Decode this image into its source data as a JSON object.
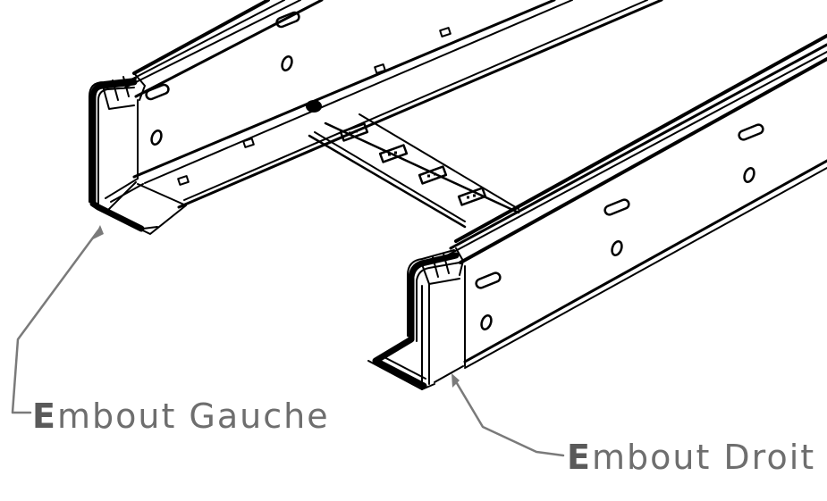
{
  "callouts": {
    "left": {
      "initial": "E",
      "rest": "mbout Gauche"
    },
    "right": {
      "initial": "E",
      "rest": "mbout Droit"
    }
  },
  "colors": {
    "line": "#000000",
    "leader": "#7a7a7a",
    "label": "#6e6e6e",
    "background": "#ffffff"
  }
}
